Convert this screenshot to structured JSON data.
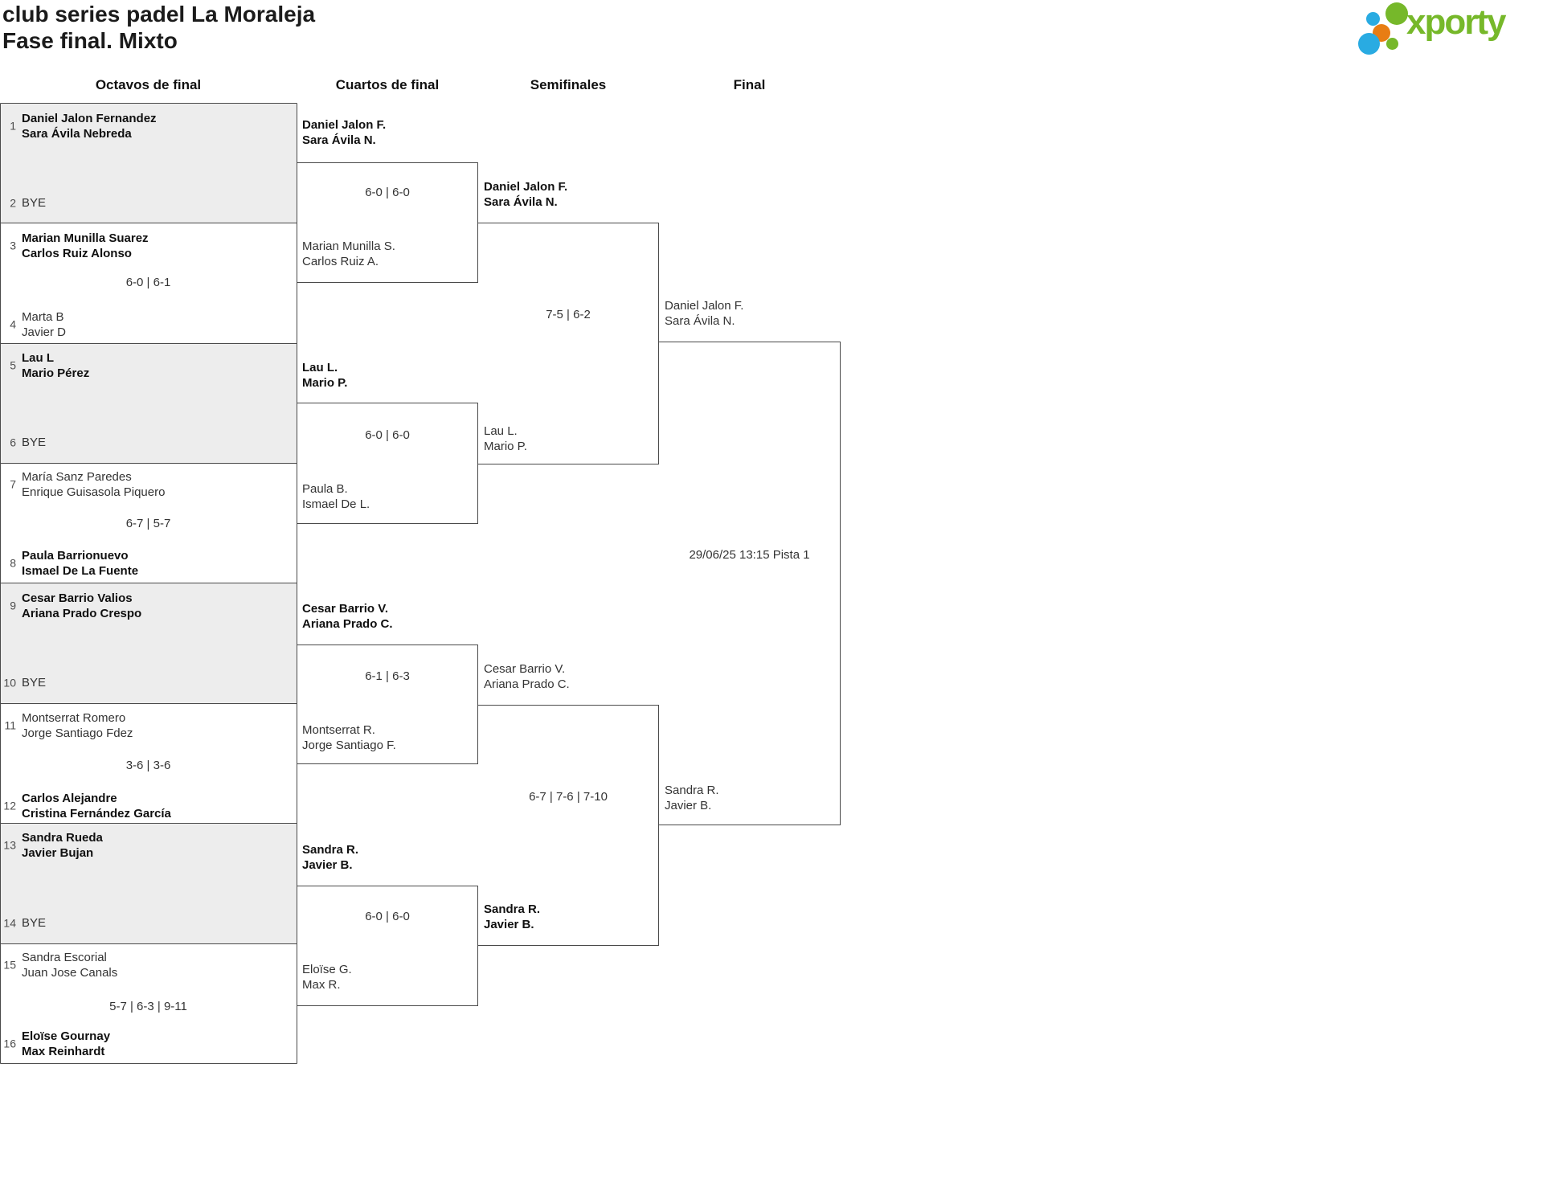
{
  "header": {
    "title": "club series padel La Moraleja",
    "subtitle": "Fase final. Mixto"
  },
  "logo": {
    "text": "xporty",
    "green": "#76b82a",
    "blue": "#29abe2",
    "orange": "#e87d13"
  },
  "columns": {
    "r16": "Octavos de final",
    "qf": "Cuartos de final",
    "sf": "Semifinales",
    "final": "Final"
  },
  "r16": {
    "slots": [
      {
        "num": "1",
        "l1": "Daniel Jalon Fernandez",
        "l2": "Sara Ávila Nebreda"
      },
      {
        "num": "2",
        "l1": "BYE",
        "l2": ""
      },
      {
        "num": "3",
        "l1": "Marian Munilla Suarez",
        "l2": "Carlos Ruiz Alonso"
      },
      {
        "num": "4",
        "l1": "Marta B",
        "l2": "Javier D"
      },
      {
        "num": "5",
        "l1": "Lau L",
        "l2": "Mario Pérez"
      },
      {
        "num": "6",
        "l1": "BYE",
        "l2": ""
      },
      {
        "num": "7",
        "l1": "María Sanz Paredes",
        "l2": "Enrique Guisasola Piquero"
      },
      {
        "num": "8",
        "l1": "Paula Barrionuevo",
        "l2": "Ismael De La Fuente"
      },
      {
        "num": "9",
        "l1": "Cesar Barrio Valios",
        "l2": "Ariana Prado Crespo"
      },
      {
        "num": "10",
        "l1": "BYE",
        "l2": ""
      },
      {
        "num": "11",
        "l1": "Montserrat Romero",
        "l2": "Jorge Santiago Fdez"
      },
      {
        "num": "12",
        "l1": "Carlos Alejandre",
        "l2": "Cristina Fernández García"
      },
      {
        "num": "13",
        "l1": "Sandra Rueda",
        "l2": "Javier Bujan"
      },
      {
        "num": "14",
        "l1": "BYE",
        "l2": ""
      },
      {
        "num": "15",
        "l1": "Sandra Escorial",
        "l2": "Juan Jose Canals"
      },
      {
        "num": "16",
        "l1": "Eloïse Gournay",
        "l2": "Max Reinhardt"
      }
    ],
    "scores": [
      "6-0 | 6-1",
      "6-7 | 5-7",
      "3-6 | 3-6",
      "5-7 | 6-3 | 9-11"
    ]
  },
  "qf": {
    "slots": [
      {
        "l1": "Daniel Jalon F.",
        "l2": "Sara Ávila N."
      },
      {
        "l1": "Marian Munilla S.",
        "l2": "Carlos Ruiz A."
      },
      {
        "l1": "Lau L.",
        "l2": "Mario P."
      },
      {
        "l1": "Paula B.",
        "l2": "Ismael De L."
      },
      {
        "l1": "Cesar Barrio V.",
        "l2": "Ariana Prado C."
      },
      {
        "l1": "Montserrat R.",
        "l2": "Jorge Santiago F."
      },
      {
        "l1": "Sandra R.",
        "l2": "Javier B."
      },
      {
        "l1": "Eloïse G.",
        "l2": "Max R."
      }
    ],
    "scores": [
      "6-0 | 6-0",
      "6-0 | 6-0",
      "6-1 | 6-3",
      "6-0 | 6-0"
    ]
  },
  "sf": {
    "slots": [
      {
        "l1": "Daniel Jalon F.",
        "l2": "Sara Ávila N."
      },
      {
        "l1": "Lau L.",
        "l2": "Mario P."
      },
      {
        "l1": "Cesar Barrio V.",
        "l2": "Ariana Prado C."
      },
      {
        "l1": "Sandra R.",
        "l2": "Javier B."
      }
    ],
    "scores": [
      "7-5 | 6-2",
      "6-7 | 7-6 | 7-10"
    ]
  },
  "final": {
    "slots": [
      {
        "l1": "Daniel Jalon F.",
        "l2": "Sara Ávila N."
      },
      {
        "l1": "Sandra R.",
        "l2": "Javier B."
      }
    ],
    "schedule": "29/06/25 13:15 Pista 1"
  }
}
